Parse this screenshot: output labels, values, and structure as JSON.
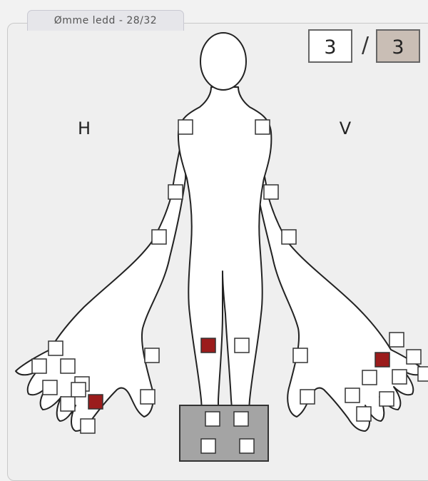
{
  "tab": {
    "label": "Ømme ledd - 28/32"
  },
  "score": {
    "left": "3",
    "separator": "/",
    "right": "3"
  },
  "sides": {
    "left": "H",
    "right": "V"
  },
  "colors": {
    "joint_selected": "#9b1c1c",
    "joint_unselected": "#ffffff",
    "feet_box": "#a4a4a4",
    "score_right_bg": "#c9beb5"
  },
  "joints": [
    {
      "name": "shoulder-right",
      "selected": false
    },
    {
      "name": "shoulder-left",
      "selected": false
    },
    {
      "name": "elbow-right",
      "selected": false
    },
    {
      "name": "elbow-left",
      "selected": false
    },
    {
      "name": "wrist-right",
      "selected": false
    },
    {
      "name": "wrist-left",
      "selected": false
    },
    {
      "name": "knee-right",
      "selected": true
    },
    {
      "name": "knee-left",
      "selected": false
    },
    {
      "name": "ankle-right",
      "selected": false
    },
    {
      "name": "ankle-left",
      "selected": false
    },
    {
      "name": "foot-right",
      "selected": false
    },
    {
      "name": "foot-left",
      "selected": false
    },
    {
      "name": "right-hand-thumb-1",
      "selected": false
    },
    {
      "name": "right-hand-thumb-2",
      "selected": false
    },
    {
      "name": "right-hand-mcp-2",
      "selected": false
    },
    {
      "name": "right-hand-mcp-3",
      "selected": false
    },
    {
      "name": "right-hand-mcp-4",
      "selected": false
    },
    {
      "name": "right-hand-pip-2",
      "selected": false
    },
    {
      "name": "right-hand-pip-3",
      "selected": false
    },
    {
      "name": "right-hand-pip-4",
      "selected": true
    },
    {
      "name": "right-hand-pip-5",
      "selected": false
    },
    {
      "name": "right-hand-dip-1",
      "selected": false
    },
    {
      "name": "right-hand-mcp-5",
      "selected": false
    },
    {
      "name": "left-hand-thumb-1",
      "selected": false
    },
    {
      "name": "left-hand-thumb-2",
      "selected": false
    },
    {
      "name": "left-hand-mcp-2",
      "selected": false
    },
    {
      "name": "left-hand-mcp-3",
      "selected": true
    },
    {
      "name": "left-hand-mcp-4",
      "selected": false
    },
    {
      "name": "left-hand-pip-2",
      "selected": false
    },
    {
      "name": "left-hand-pip-3",
      "selected": false
    },
    {
      "name": "left-hand-pip-4",
      "selected": false
    },
    {
      "name": "left-hand-pip-5",
      "selected": false
    },
    {
      "name": "left-hand-dip-1",
      "selected": false
    },
    {
      "name": "left-hand-mcp-5",
      "selected": false
    }
  ]
}
